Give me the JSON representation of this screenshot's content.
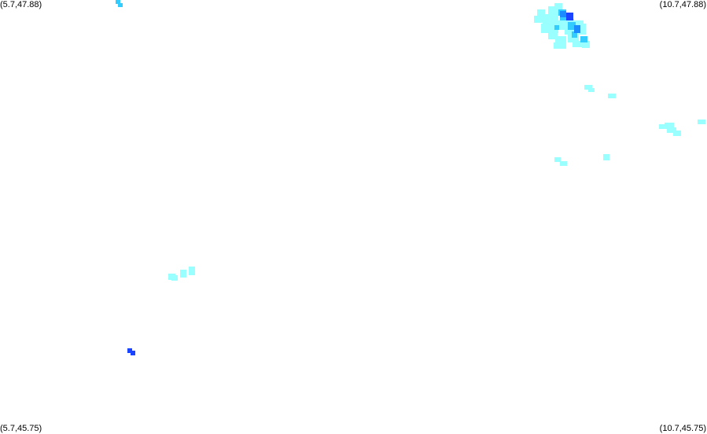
{
  "corners": {
    "top_left": "(5.7,47.88)",
    "top_right": "(10.7,47.88)",
    "bottom_left": "(5.7,45.75)",
    "bottom_right": "(10.7,45.75)"
  },
  "colors": {
    "background": "#ffffff",
    "light": "#99ffff",
    "medium": "#33ccff",
    "strong": "#1a8cff",
    "deep": "#1a44ff"
  }
}
